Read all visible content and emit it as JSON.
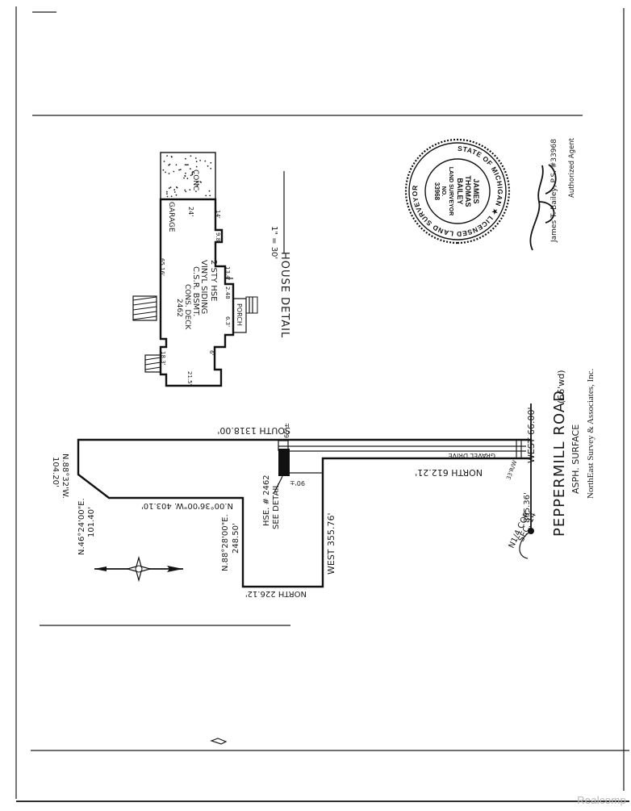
{
  "survey": {
    "road_name": "PEPPERMILL ROAD",
    "road_width_note": "(66'wd)",
    "surface": "ASPH. SURFACE",
    "firm": "NorthEast Survey & Associates, Inc.",
    "surveyor_line": "James T. Bailey, P.S. #33968",
    "agent_line": "Authorized Agent"
  },
  "seal": {
    "ring_text": "STATE OF MICHIGAN ★ LICENSED LAND SURVEYOR",
    "line1": "JAMES",
    "line2": "THOMAS",
    "line3": "BAILEY",
    "line4": "LAND SURVEYOR",
    "line5": "NO.",
    "line6": "33968"
  },
  "house_detail": {
    "title": "HOUSE DETAIL",
    "scale": "1\" = 30'",
    "description": [
      "2 STY HSE",
      "VINYL SIDING",
      "C.S.R. BSMT.",
      "CONS. DECK",
      "2462"
    ],
    "garage_label": "GARAGE",
    "garage_width": "24'",
    "conc_label": "CONC",
    "porch_label": "PORCH",
    "dims": [
      "65.16'",
      "14'",
      "9.8",
      "18.3'",
      "6'",
      "21.5'",
      "2.48",
      "13.4'",
      "6.3'"
    ]
  },
  "lines": {
    "south": "SOUTH 1318.00'",
    "north_612": "NORTH 612.21'",
    "west_66": "WEST 66.00'",
    "west_355": "WEST 355.76'",
    "north_226": "NORTH 226.12'",
    "n0036": "N.00°36'00\"W. 403.10'",
    "n8832_a": "N.88°32'W.",
    "n8832_b": "104.20'",
    "n4624_a": "N.46°24'00\"E.",
    "n4624_b": "101.40'",
    "n8828_a": "N.88°28'00\"E.",
    "n8828_b": "248.50'",
    "dist_656": "65'±",
    "dist_90": "90'±",
    "gravel": "GRAVEL DRIVE",
    "hse_note": "HSE. # 2462",
    "see_detail": "SEE DETAIL",
    "corner_a": "N1/4 COR.",
    "corner_b": "SEC. 14",
    "dist_895": "895.36'",
    "row_note": "33'R/W"
  },
  "watermark": "Realcomp",
  "colors": {
    "ink": "#1a1a1a",
    "paper": "#ffffff",
    "watermark": "#b9b9b9"
  }
}
